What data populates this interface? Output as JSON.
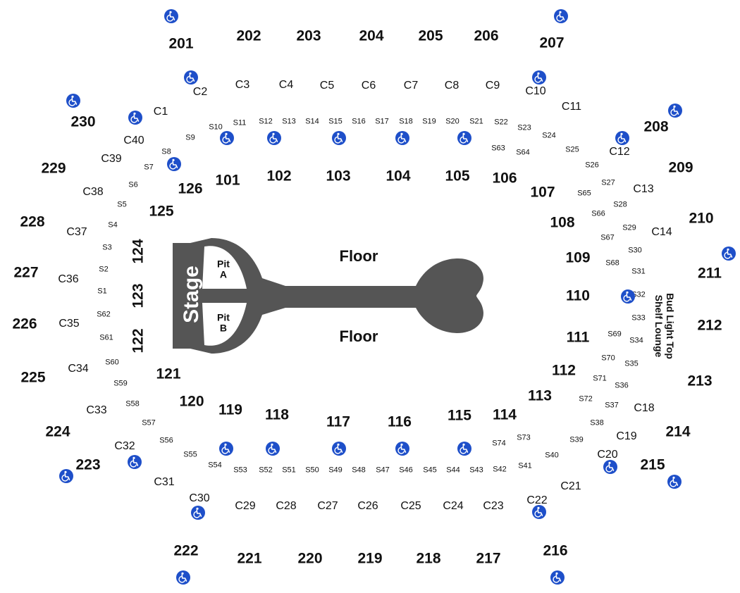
{
  "colors": {
    "stage": "#555555",
    "accessible": "#1e4fc9",
    "text": "#111111"
  },
  "icons": {
    "accessible": "wheelchair-icon"
  },
  "stage_label": "Stage",
  "floor_labels": [
    "Floor",
    "Floor"
  ],
  "pits": [
    {
      "name": "Pit",
      "letter": "A"
    },
    {
      "name": "Pit",
      "letter": "B"
    }
  ],
  "lounge": {
    "line1": "Bud Light Top",
    "line2": "Shelf Lounge"
  },
  "upper_sections": [
    "201",
    "202",
    "203",
    "204",
    "205",
    "206",
    "207",
    "208",
    "209",
    "210",
    "211",
    "212",
    "213",
    "214",
    "215",
    "216",
    "217",
    "218",
    "219",
    "220",
    "221",
    "222",
    "223",
    "224",
    "225",
    "226",
    "227",
    "228",
    "229",
    "230"
  ],
  "lower_sections": [
    "101",
    "102",
    "103",
    "104",
    "105",
    "106",
    "107",
    "108",
    "109",
    "110",
    "111",
    "112",
    "113",
    "114",
    "115",
    "116",
    "117",
    "118",
    "119",
    "120",
    "121",
    "122",
    "123",
    "124",
    "125",
    "126"
  ],
  "club_sections": [
    "C1",
    "C2",
    "C3",
    "C4",
    "C5",
    "C6",
    "C7",
    "C8",
    "C9",
    "C10",
    "C11",
    "C12",
    "C13",
    "C14",
    "C18",
    "C19",
    "C20",
    "C21",
    "C22",
    "C23",
    "C24",
    "C25",
    "C26",
    "C27",
    "C28",
    "C29",
    "C30",
    "C31",
    "C32",
    "C33",
    "C34",
    "C35",
    "C36",
    "C37",
    "C38",
    "C39",
    "C40"
  ],
  "suites": [
    "S1",
    "S2",
    "S3",
    "S4",
    "S5",
    "S6",
    "S7",
    "S8",
    "S9",
    "S10",
    "S11",
    "S12",
    "S13",
    "S14",
    "S15",
    "S16",
    "S17",
    "S18",
    "S19",
    "S20",
    "S21",
    "S22",
    "S23",
    "S24",
    "S25",
    "S26",
    "S27",
    "S28",
    "S29",
    "S30",
    "S31",
    "S32",
    "S33",
    "S34",
    "S35",
    "S36",
    "S37",
    "S38",
    "S39",
    "S40",
    "S41",
    "S42",
    "S43",
    "S44",
    "S45",
    "S46",
    "S47",
    "S48",
    "S49",
    "S50",
    "S51",
    "S52",
    "S53",
    "S54",
    "S55",
    "S56",
    "S57",
    "S58",
    "S59",
    "S60",
    "S61",
    "S62",
    "S63",
    "S64",
    "S65",
    "S66",
    "S67",
    "S68",
    "S69",
    "S70",
    "S71",
    "S72",
    "S73",
    "S74"
  ]
}
